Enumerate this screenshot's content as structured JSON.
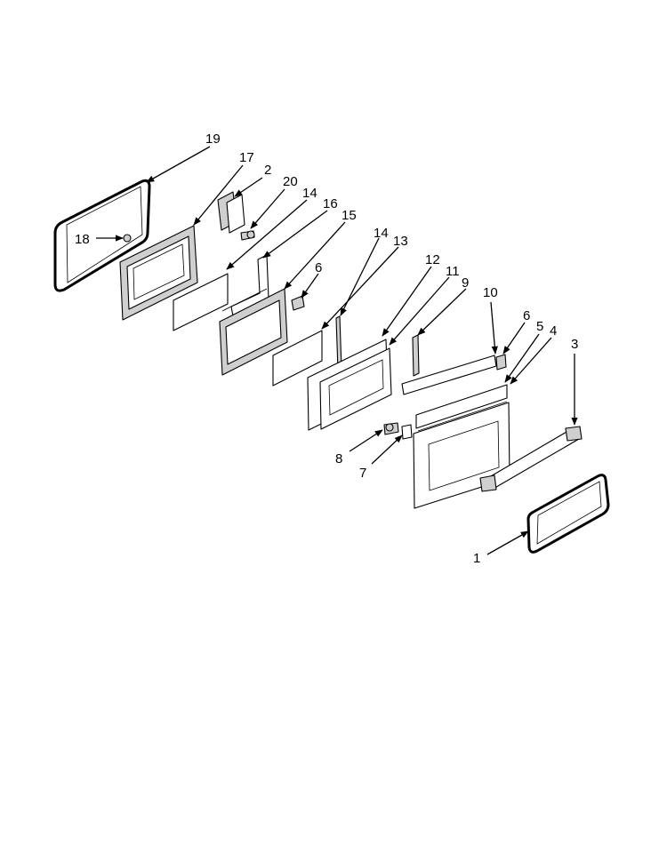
{
  "callouts": {
    "c1": "1",
    "c2": "2",
    "c3": "3",
    "c4": "4",
    "c5": "5",
    "c6a": "6",
    "c6b": "6",
    "c7": "7",
    "c8": "8",
    "c9": "9",
    "c10": "10",
    "c11": "11",
    "c12": "12",
    "c13": "13",
    "c14a": "14",
    "c14b": "14",
    "c15": "15",
    "c16": "16",
    "c17": "17",
    "c18": "18",
    "c19": "19",
    "c20": "20"
  },
  "colors": {
    "line": "#000000",
    "fill_gray": "#cfcfcf",
    "background": "#ffffff"
  }
}
